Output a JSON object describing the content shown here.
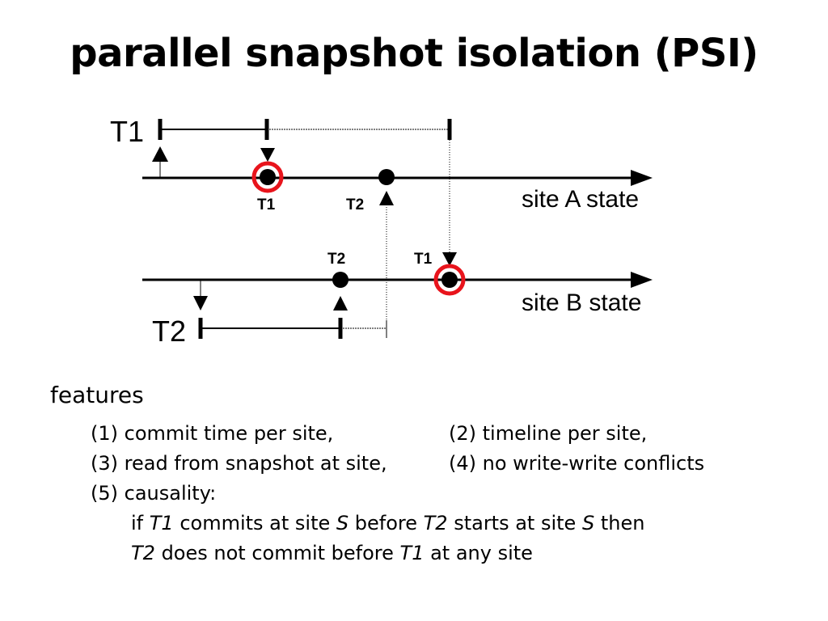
{
  "title": "parallel snapshot isolation (PSI)",
  "diagram": {
    "txn_t1_label": "T1",
    "txn_t2_label": "T2",
    "site_a_label": "site A state",
    "site_b_label": "site B state",
    "site_a_commit_t1": "T1",
    "site_a_commit_t2": "T2",
    "site_b_commit_t2": "T2",
    "site_b_commit_t1": "T1",
    "highlight_color": "#e8141c"
  },
  "features": {
    "heading": "features",
    "item1": "(1) commit time per site,",
    "item2": "(2) timeline per site,",
    "item3": "(3) read from snapshot at site,",
    "item4": "(4) no write-write conflicts",
    "item5": "(5) causality:",
    "rule_line1": {
      "p1": "if ",
      "t1": "T1",
      "p2": " commits at site ",
      "s1": "S",
      "p3": " before ",
      "t2": "T2",
      "p4": " starts at site ",
      "s2": "S",
      "p5": " then"
    },
    "rule_line2": {
      "t2": "T2",
      "p1": " does not commit before ",
      "t1": "T1",
      "p2": " at any site"
    }
  }
}
